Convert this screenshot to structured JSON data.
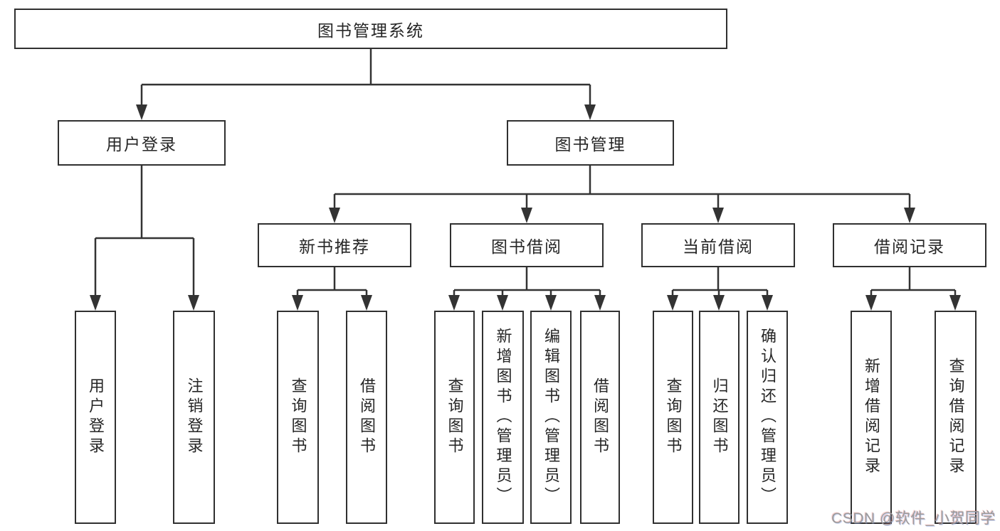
{
  "colors": {
    "background": "#ffffff",
    "line": "#333333",
    "box_border": "#303030",
    "text": "#262626",
    "watermark_text": "#9b9b9b"
  },
  "diagram": {
    "root": {
      "label": "图书管理系统"
    },
    "level2": {
      "user_login": {
        "label": "用户登录"
      },
      "book_management": {
        "label": "图书管理"
      }
    },
    "level3": {
      "new_book_recommend": {
        "label": "新书推荐"
      },
      "book_borrowing": {
        "label": "图书借阅"
      },
      "current_borrowing": {
        "label": "当前借阅"
      },
      "borrowing_records": {
        "label": "借阅记录"
      }
    },
    "leaves": {
      "user_login": {
        "label": "用户登录"
      },
      "logout": {
        "label": "注销登录"
      },
      "recommend_query_books": {
        "label": "查询图书"
      },
      "recommend_borrow_books": {
        "label": "借阅图书"
      },
      "borrowing_query_books": {
        "label": "查询图书"
      },
      "borrowing_add_books": {
        "label": "新增图书（管理员）"
      },
      "borrowing_edit_books": {
        "label": "编辑图书（管理员）"
      },
      "borrowing_borrow_books": {
        "label": "借阅图书"
      },
      "current_query_books": {
        "label": "查询图书"
      },
      "current_return_books": {
        "label": "归还图书"
      },
      "current_confirm_return": {
        "label": "确认归还（管理员）"
      },
      "records_add_record": {
        "label": "新增借阅记录"
      },
      "records_query_record": {
        "label": "查询借阅记录"
      }
    }
  },
  "watermark": {
    "text": "CSDN @软件_小贺同学"
  }
}
